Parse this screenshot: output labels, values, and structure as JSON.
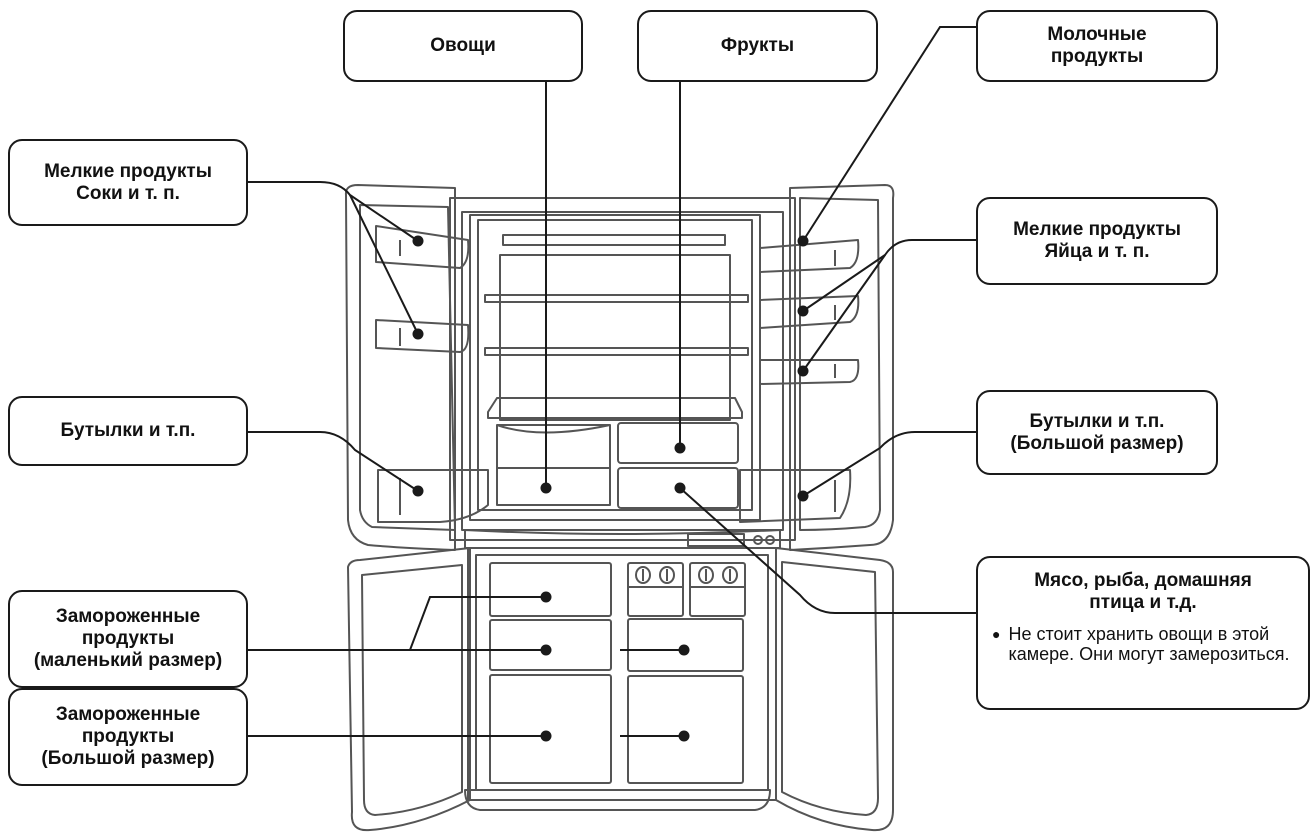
{
  "labels": {
    "vegetables": [
      "Овощи"
    ],
    "fruits": [
      "Фрукты"
    ],
    "dairy": [
      "Молочные",
      "продукты"
    ],
    "small_left": [
      "Мелкие продукты",
      "Соки и т. п."
    ],
    "small_right": [
      "Мелкие продукты",
      "Яйца и т. п."
    ],
    "bottles": [
      "Бутылки и т.п."
    ],
    "bottles_large": [
      "Бутылки и т.п.",
      "(Большой размер)"
    ],
    "frozen_small": [
      "Замороженные",
      "продукты",
      "(маленький размер)"
    ],
    "frozen_large": [
      "Замороженные",
      "продукты",
      "(Большой размер)"
    ],
    "meat": {
      "title": [
        "Мясо, рыба, домашняя",
        "птица и т.д."
      ],
      "bullet": "●",
      "note": "Не стоит хранить овощи в этой камере. Они могут замерозиться."
    }
  },
  "colors": {
    "line": "#1a1a1a",
    "outline": "#555555"
  }
}
